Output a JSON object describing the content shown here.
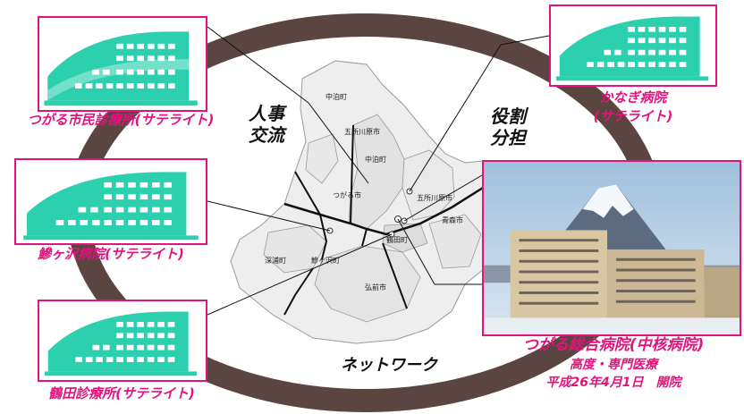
{
  "satellites": {
    "tsugaru_clinic": "つがる市民診療所(サテライト)",
    "ajigasawa": "鰺ヶ沢病院(サテライト)",
    "tsuruta": "鶴田診療所(サテライト)",
    "kanagi_line1": "かなぎ病院",
    "kanagi_line2": "(サテライト)"
  },
  "center": {
    "hr_line1": "人事",
    "hr_line2": "交流",
    "roles_line1": "役割",
    "roles_line2": "分担",
    "network": "ネットワーク"
  },
  "main_hospital": {
    "name": "つがる総合病院(中核病院)",
    "service": "高度・専門医療",
    "opening": "平成26年4月1日　開院"
  },
  "municipalities": {
    "nakadomari_north": "中泊町",
    "goshogawara_north": "五所川原市",
    "nakadomari": "中泊町",
    "tsugaru": "つがる市",
    "goshogawara": "五所川原市",
    "aomori": "青森市",
    "tsuruta": "鶴田町",
    "fukaura": "深浦町",
    "ajigasawa": "鰺ヶ沢町",
    "hirosaki": "弘前市"
  },
  "colors": {
    "accent": "#e4127d",
    "ring": "#5b4540",
    "building": "#2ccfae"
  }
}
